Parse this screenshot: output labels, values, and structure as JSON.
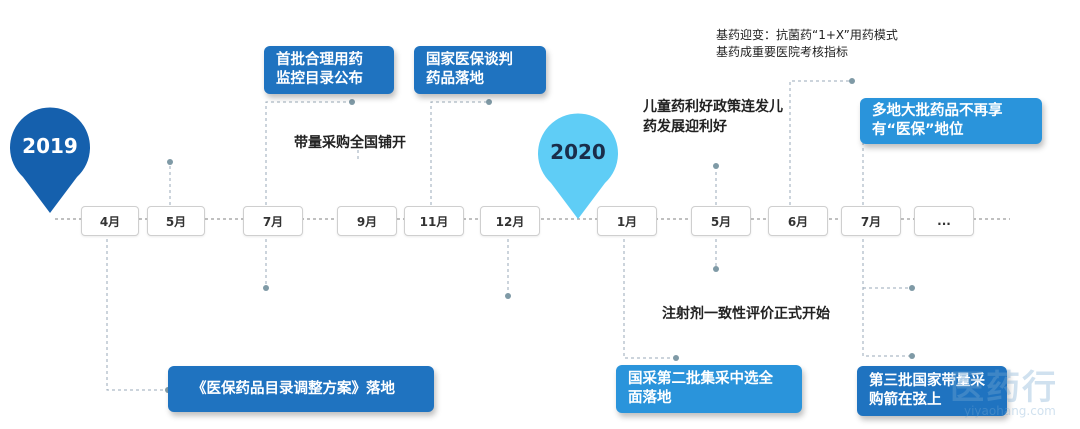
{
  "years": {
    "y2019": "2019",
    "y2020": "2020"
  },
  "months": [
    "4月",
    "5月",
    "7月",
    "9月",
    "11月",
    "12月",
    "1月",
    "5月",
    "6月",
    "7月",
    "..."
  ],
  "events": {
    "box_2019_7": "首批合理用药监控目录公布",
    "box_2019_11": "国家医保谈判药品落地",
    "text_2019_9": "带量采购全国铺开",
    "box_2019_4": "《医保药品目录调整方案》落地",
    "box_2020_1": "国采第二批集采中选全面落地",
    "text_2020_5_up": "儿童药利好政策连发儿药发展迎利好",
    "text_2020_5_down": "注射剂一致性评价正式开始",
    "text_2020_6_line1": "基药迎变：抗菌药“1+X”用药模式",
    "text_2020_6_line2": "基药成重要医院考核指标",
    "box_2020_7_up": "多地大批药品不再享有“医保”地位",
    "box_2020_7_down": "第三批国家带量采购箭在弦上"
  },
  "watermark": {
    "cn": "医药行",
    "en": "yiyaohang.com"
  },
  "colors": {
    "dark_blue": "#1f73c0",
    "light_blue": "#2a94db",
    "pin_2019": "#1560ad",
    "pin_2020": "#5fcdf6"
  }
}
